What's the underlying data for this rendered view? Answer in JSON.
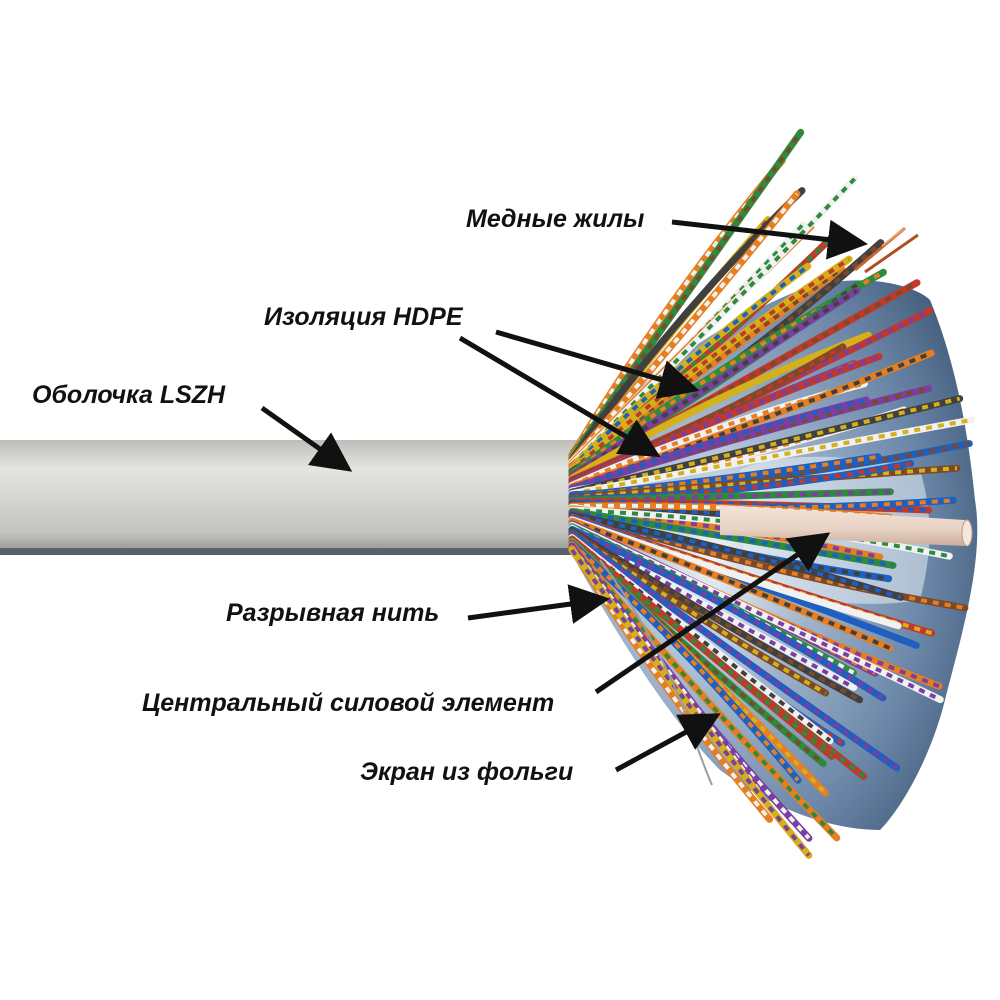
{
  "callouts": {
    "copper_cores": "Медные жилы",
    "insulation": "Изоляция HDPE",
    "sheath": "Оболочка LSZH",
    "rip_cord": "Разрывная нить",
    "central_member": "Центральный силовой элемент",
    "foil_screen": "Экран из фольги"
  },
  "colors": {
    "sheath": "#cfcfcb",
    "foil": "#6b87a8",
    "foil_highlight": "#dfe8f2",
    "arrow": "#111111",
    "central_member": "#e8d2c4",
    "wire_palette": [
      "#7a3fa0",
      "#c0392b",
      "#2e8b3e",
      "#e67e22",
      "#f1f1f1",
      "#1f5fbf",
      "#d4b11a",
      "#7b4a2a",
      "#404040"
    ]
  }
}
